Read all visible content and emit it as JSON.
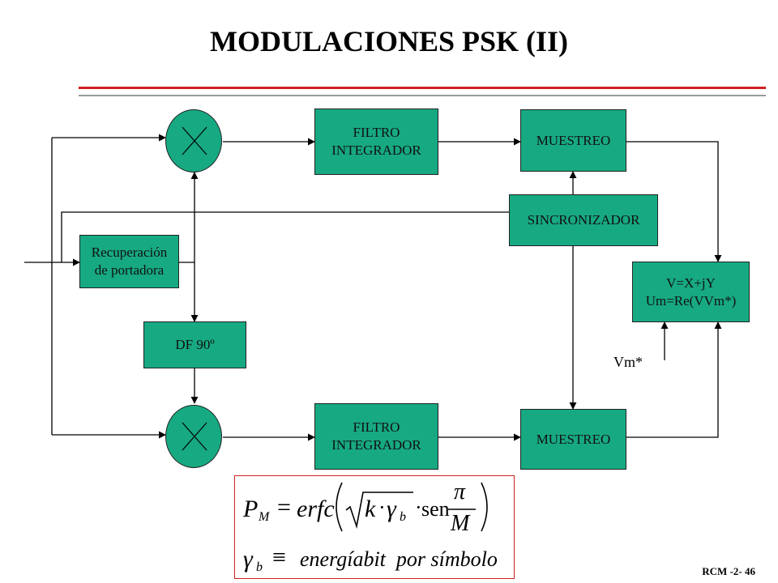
{
  "title": "MODULACIONES PSK (II)",
  "blocks": {
    "filtro_top": [
      "FILTRO",
      "INTEGRADOR"
    ],
    "filtro_bottom": [
      "FILTRO",
      "INTEGRADOR"
    ],
    "muestreo_top": "MUESTREO",
    "muestreo_bottom": "MUESTREO",
    "sincronizador": "SINCRONIZADOR",
    "recuperacion": [
      "Recuperación",
      "de portadora"
    ],
    "df90": "DF 90º",
    "vx": [
      "V=X+jY",
      "Um=Re(VVm*)"
    ]
  },
  "vm_label": "Vm*",
  "formula": {
    "line1": {
      "lhs": "P",
      "lhs_sub": "M",
      "eq": "=",
      "func": "erfc",
      "k": "k",
      "dot": "·",
      "gamma": "γ",
      "gamma_sub": "b",
      "sen": "sen",
      "pi": "π",
      "M": "M"
    },
    "line2": {
      "gamma": "γ",
      "gamma_sub": "b",
      "equiv": "≡",
      "text": "energíabit  por símbolo"
    }
  },
  "footer": "RCM -2- 46",
  "colors": {
    "block": "#17a982",
    "rule_red": "#d02020",
    "rule_grey": "#9a9a9a",
    "formula_border": "#d02020"
  }
}
